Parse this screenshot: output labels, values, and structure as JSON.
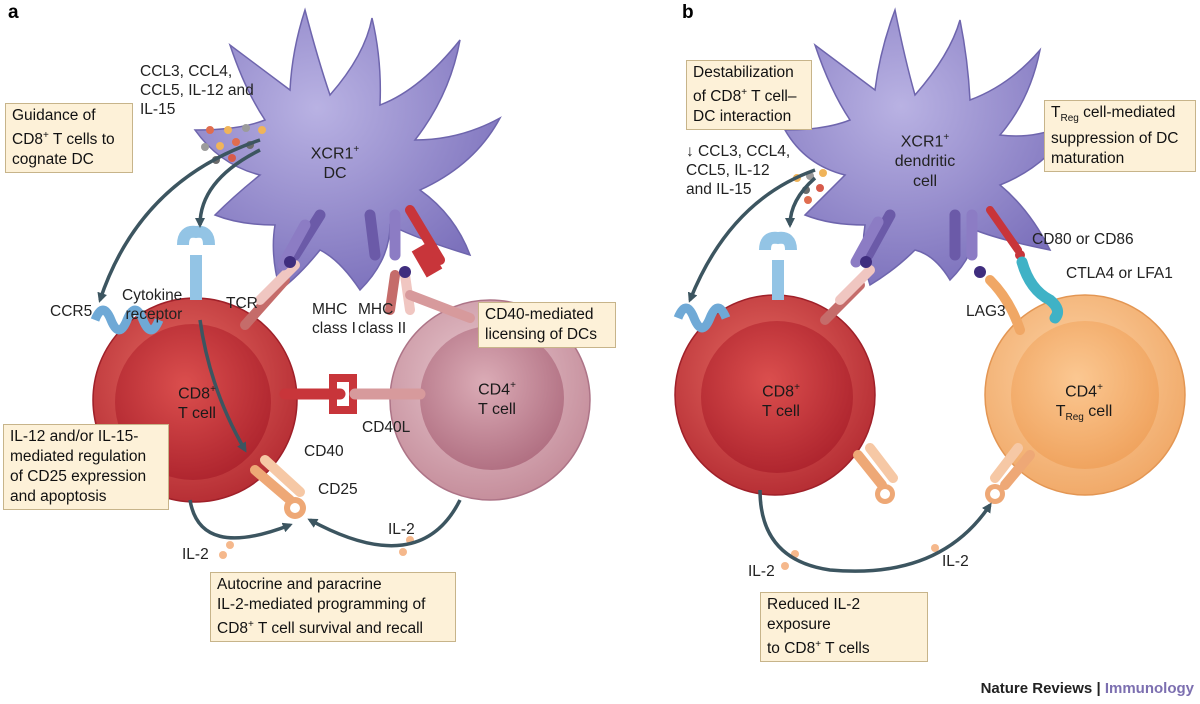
{
  "panels": {
    "a": "a",
    "b": "b"
  },
  "panel_a": {
    "note_guidance": [
      "Guidance of",
      "CD8",
      "+",
      " T cells to",
      "cognate DC"
    ],
    "chemokines": [
      "CCL3, CCL4,",
      "CCL5, IL-12 and",
      "IL-15"
    ],
    "dc": [
      "XCR1",
      "+",
      "DC"
    ],
    "cytokine_receptor": [
      "Cytokine",
      "receptor"
    ],
    "tcr": "TCR",
    "mhc1": [
      "MHC",
      "class I"
    ],
    "mhc2": [
      "MHC",
      "class II"
    ],
    "note_cd40": [
      "CD40-mediated",
      "licensing of DCs"
    ],
    "ccr5": "CCR5",
    "cd8": [
      "CD8",
      "+",
      "T cell"
    ],
    "cd4": [
      "CD4",
      "+",
      "T cell"
    ],
    "cd40": "CD40",
    "cd40l": "CD40L",
    "cd25": "CD25",
    "note_il12": [
      "IL-12 and/or IL-15-",
      "mediated regulation",
      "of CD25 expression",
      "and apoptosis"
    ],
    "il2_left": "IL-2",
    "il2_right": "IL-2",
    "note_autocrine": [
      "Autocrine and paracrine",
      "IL-2-mediated programming of",
      "CD8",
      "+",
      " T cell survival and recall"
    ]
  },
  "panel_b": {
    "note_destab": [
      "Destabilization",
      "of CD8",
      "+",
      " T cell–",
      "DC interaction"
    ],
    "chemokines": [
      "↓ CCL3, CCL4,",
      "CCL5, IL-12",
      "and IL-15"
    ],
    "dc": [
      "XCR1",
      "+",
      "dendritic",
      "cell"
    ],
    "note_treg": [
      "T",
      "Reg",
      " cell-mediated",
      "suppression of DC",
      "maturation"
    ],
    "cd80": "CD80 or CD86",
    "ctla4": "CTLA4 or LFA1",
    "lag3": "LAG3",
    "cd8": [
      "CD8",
      "+",
      "T cell"
    ],
    "cd4": [
      "CD4",
      "+",
      "T",
      "Reg",
      " cell"
    ],
    "il2_left": "IL-2",
    "il2_right": "IL-2",
    "note_reduced": [
      "Reduced IL-2 exposure",
      "to CD8",
      "+",
      " T cells"
    ]
  },
  "footer": {
    "journal": "Nature Reviews",
    "sep": " | ",
    "section": "Immunology"
  },
  "colors": {
    "dc": "#8f86c9",
    "cd8": "#c8383c",
    "cd4": "#c88f9d",
    "treg": "#f4b47c",
    "note_bg": "#fdf1d8",
    "arrow": "#3c5560",
    "receptor_blue": "#93c4e5"
  }
}
